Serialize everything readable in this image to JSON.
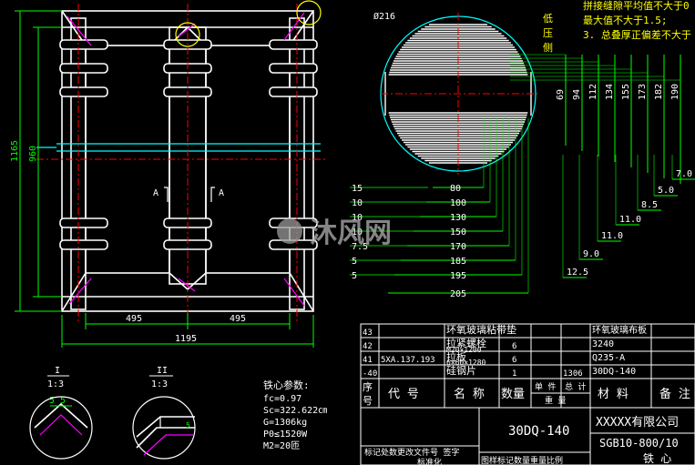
{
  "core_drawing": {
    "dim_1165": "1165",
    "dim_960": "960",
    "dim_495_left": "495",
    "dim_495_right": "495",
    "dim_1195": "1195",
    "section_mark_left": "A",
    "section_mark_right": "A"
  },
  "cross_section": {
    "diameter": "Ø216",
    "side_label_1": "低",
    "side_label_2": "压",
    "side_label_3": "侧",
    "notes": [
      "拼接缝隙平均值不大于0",
      "最大值不大于1.5;",
      "3. 总叠厚正偏差不大于"
    ],
    "widths": [
      "80",
      "100",
      "130",
      "150",
      "170",
      "185",
      "195",
      "205"
    ],
    "stack_heights": [
      "15",
      "10",
      "10",
      "10",
      "7.5",
      "5",
      "5"
    ],
    "vertical_dims": [
      "69",
      "94",
      "112",
      "134",
      "155",
      "173",
      "182",
      "190"
    ],
    "step_dims": [
      "7.0",
      "5.0",
      "8.5",
      "11.0",
      "11.0",
      "9.0",
      "12.5"
    ]
  },
  "details": {
    "detail_1_label": "I",
    "detail_1_scale": "1:3",
    "detail_1_dim": "5 5",
    "detail_2_label": "II",
    "detail_2_scale": "1:3",
    "detail_2_dim": "5"
  },
  "parameters": {
    "title": "铁心参数:",
    "lines": [
      "fc=0.97",
      "Sc=322.622㎝",
      "G=1306kg",
      "P0≤1520W",
      "M2=20匝"
    ]
  },
  "parts_table": {
    "rows": [
      {
        "no": "43",
        "code": "",
        "name": "环氧玻璃粘带垫",
        "qty": "",
        "unit_wt": "",
        "total_wt": "",
        "material": "环氧玻璃布板"
      },
      {
        "no": "42",
        "code": "",
        "name": "拉紧螺栓",
        "qty": "6",
        "unit_wt": "",
        "total_wt": "",
        "material": "3240"
      },
      {
        "no": "41",
        "code": "5XA.137.193",
        "name": "拉板",
        "qty": "6",
        "unit_wt": "",
        "total_wt": "",
        "material": "Q235-A"
      },
      {
        "no": "-40",
        "code": "",
        "name": "硅钢片",
        "qty": "1",
        "unit_wt": "",
        "total_wt": "1306",
        "material": "30DQ-140"
      }
    ],
    "sub_label_42": "M20×1200",
    "sub_label_41": "6×60×1280",
    "header": {
      "no": "序号",
      "code": "代 号",
      "name": "名 称",
      "qty": "数量",
      "unit": "单 件",
      "total": "总 计",
      "weight": "重 量",
      "material": "材 料",
      "remark": "备 注"
    }
  },
  "title_block": {
    "material_spec": "30DQ-140",
    "company": "XXXXX有限公司",
    "model": "SGB10-800/10",
    "part_name": "铁 心",
    "footer_1": "标记处数更改文件号 签字",
    "footer_2": "标准化",
    "footer_3": "图样标记数量重量比例"
  },
  "watermark": "沐风网"
}
